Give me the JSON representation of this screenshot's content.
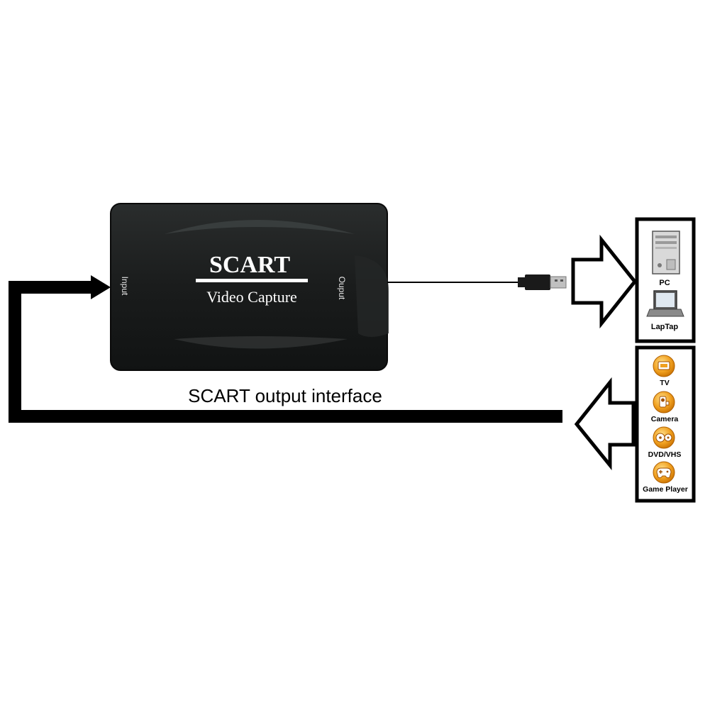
{
  "device": {
    "title": "SCART",
    "subtitle": "Video Capture",
    "input_label": "Input",
    "output_label": "Ouput"
  },
  "caption": "SCART output interface",
  "targets": {
    "items": [
      {
        "label": "PC",
        "icon": "pc-tower-icon"
      },
      {
        "label": "LapTap",
        "icon": "laptop-icon"
      }
    ]
  },
  "sources": {
    "items": [
      {
        "label": "TV",
        "icon": "tv-icon"
      },
      {
        "label": "Camera",
        "icon": "camera-icon"
      },
      {
        "label": "DVD/VHS",
        "icon": "dvd-icon"
      },
      {
        "label": "Game Player",
        "icon": "gamepad-icon"
      }
    ]
  },
  "colors": {
    "device_body": "#1b1d1d",
    "arrow": "#000000",
    "icon_orange": "#f0a020"
  }
}
